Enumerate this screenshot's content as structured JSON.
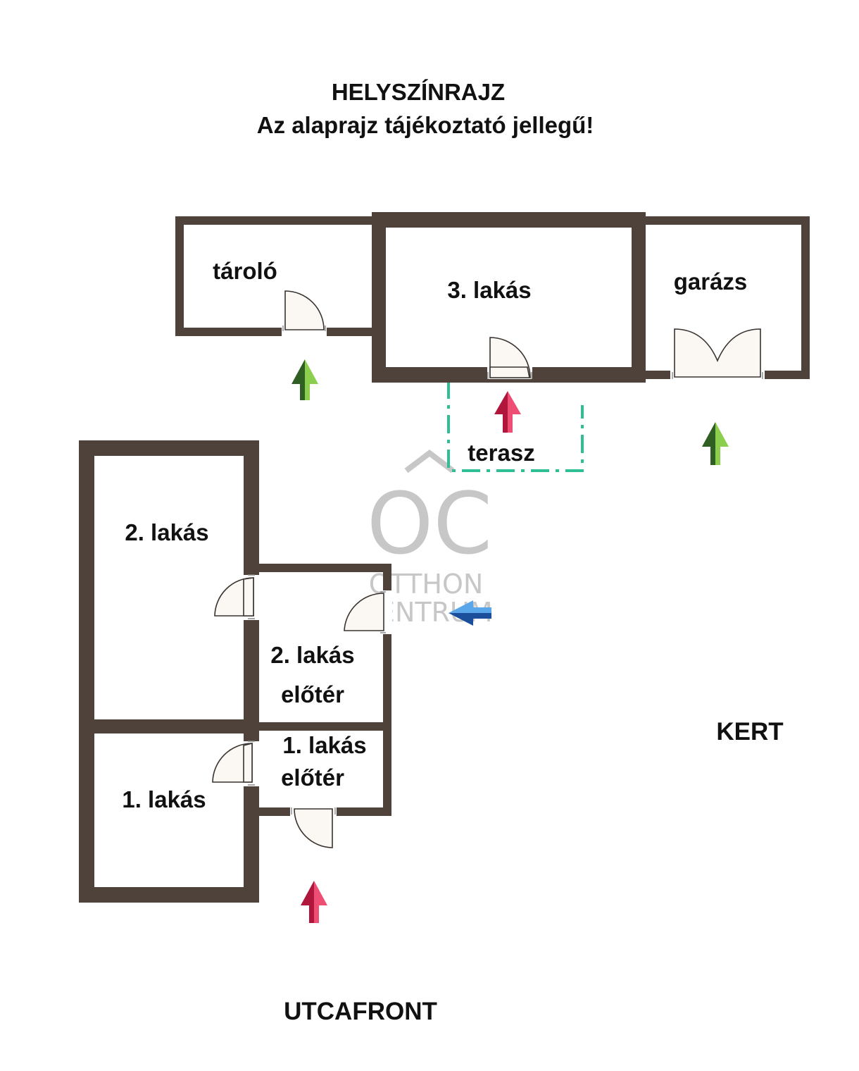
{
  "header": {
    "title": "HELYSZÍNRAJZ",
    "subtitle": "Az alaprajz tájékoztató jellegű!"
  },
  "rooms": {
    "storage": "tároló",
    "flat3": "3. lakás",
    "garage": "garázs",
    "terrace": "terasz",
    "flat2": "2. lakás",
    "flat2_hall_line1": "2. lakás",
    "flat2_hall_line2": "előtér",
    "flat1_hall_line1": "1. lakás",
    "flat1_hall_line2": "előtér",
    "flat1": "1. lakás"
  },
  "areas": {
    "garden": "KERT",
    "street": "UTCAFRONT"
  },
  "watermark": {
    "logo": "OC",
    "line1": "OTTHON",
    "line2": "CENTRUM"
  },
  "colors": {
    "wall": "#4e423b",
    "terrace_outline": "#2fbf95",
    "arrow_green": "#5cae3c",
    "arrow_red": "#d8234f",
    "arrow_blue": "#2c6fc4",
    "watermark": "#c7c7c7"
  },
  "icons": [
    "arrow-up-green",
    "arrow-up-red",
    "arrow-left-blue",
    "door-swing",
    "double-door-swing"
  ]
}
